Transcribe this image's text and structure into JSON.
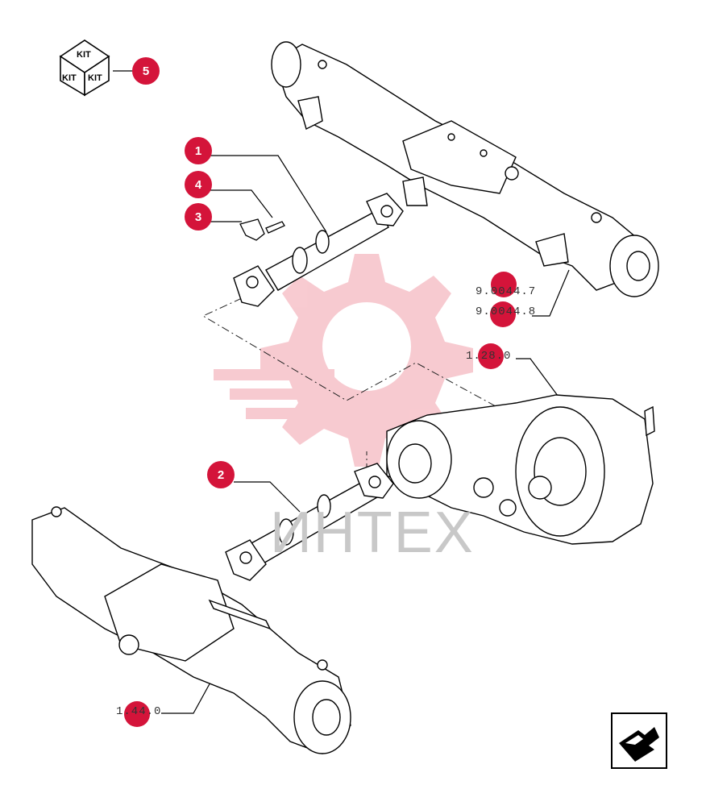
{
  "kit_icon": {
    "top_label": "KIT",
    "left_label": "KIT",
    "right_label": "KIT"
  },
  "callouts": [
    {
      "id": "5",
      "label": "5"
    },
    {
      "id": "1",
      "label": "1"
    },
    {
      "id": "4",
      "label": "4"
    },
    {
      "id": "3",
      "label": "3"
    },
    {
      "id": "2",
      "label": "2"
    }
  ],
  "references": {
    "rear_axle_a": "9.0044.7",
    "rear_axle_b": "9.0044.8",
    "transmission": "1.28.0",
    "front_axle": "1.44.0"
  },
  "watermark": "ИНТЕХ",
  "colors": {
    "callout": "#d4143a",
    "watermark_gear": "#f7c5cc",
    "line": "#000000"
  },
  "nav": {
    "icon": "next-page-arrow-icon"
  }
}
